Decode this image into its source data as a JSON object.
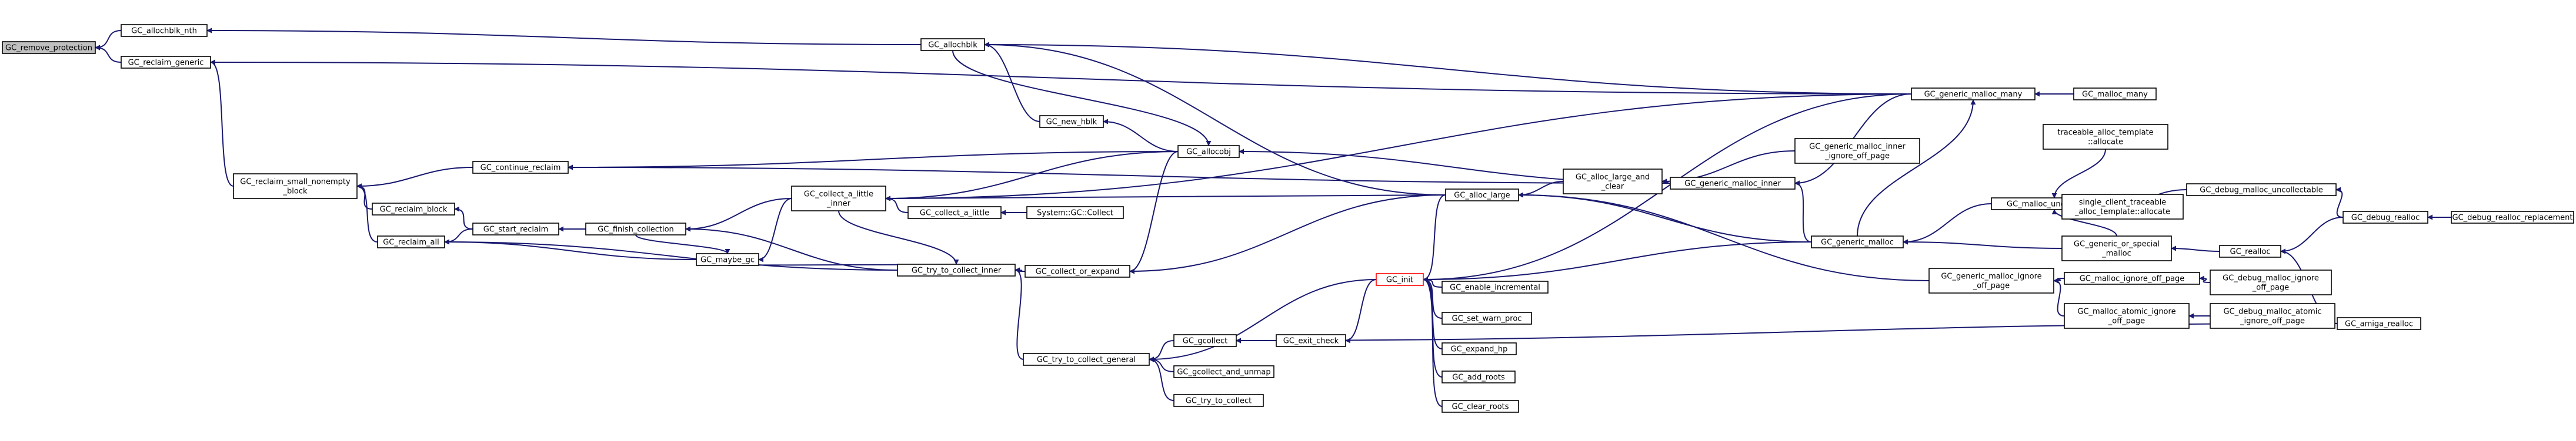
{
  "nodes": [
    {
      "id": "remove_protection",
      "lines": [
        "GC_remove_protection"
      ],
      "root": true
    },
    {
      "id": "allochblk_nth",
      "lines": [
        "GC_allochblk_nth"
      ]
    },
    {
      "id": "reclaim_generic",
      "lines": [
        "GC_reclaim_generic"
      ]
    },
    {
      "id": "reclaim_small",
      "lines": [
        "GC_reclaim_small_nonempty",
        "_block"
      ]
    },
    {
      "id": "reclaim_block",
      "lines": [
        "GC_reclaim_block"
      ]
    },
    {
      "id": "reclaim_all",
      "lines": [
        "GC_reclaim_all"
      ]
    },
    {
      "id": "continue_reclaim",
      "lines": [
        "GC_continue_reclaim"
      ]
    },
    {
      "id": "start_reclaim",
      "lines": [
        "GC_start_reclaim"
      ]
    },
    {
      "id": "finish_collection",
      "lines": [
        "GC_finish_collection"
      ]
    },
    {
      "id": "maybe_gc",
      "lines": [
        "GC_maybe_gc"
      ]
    },
    {
      "id": "collect_a_little_inner",
      "lines": [
        "GC_collect_a_little",
        "_inner"
      ]
    },
    {
      "id": "try_to_collect_inner",
      "lines": [
        "GC_try_to_collect_inner"
      ]
    },
    {
      "id": "allochblk",
      "lines": [
        "GC_allochblk"
      ]
    },
    {
      "id": "new_hblk",
      "lines": [
        "GC_new_hblk"
      ]
    },
    {
      "id": "allocobj",
      "lines": [
        "GC_allocobj"
      ]
    },
    {
      "id": "collect_a_little",
      "lines": [
        "GC_collect_a_little"
      ]
    },
    {
      "id": "system_collect",
      "lines": [
        "System::GC::Collect"
      ]
    },
    {
      "id": "collect_or_expand",
      "lines": [
        "GC_collect_or_expand"
      ]
    },
    {
      "id": "try_to_collect_general",
      "lines": [
        "GC_try_to_collect_general"
      ]
    },
    {
      "id": "gcollect",
      "lines": [
        "GC_gcollect"
      ]
    },
    {
      "id": "gcollect_and_unmap",
      "lines": [
        "GC_gcollect_and_unmap"
      ]
    },
    {
      "id": "try_to_collect",
      "lines": [
        "GC_try_to_collect"
      ]
    },
    {
      "id": "exit_check",
      "lines": [
        "GC_exit_check"
      ]
    },
    {
      "id": "init",
      "lines": [
        "GC_init"
      ],
      "red": true
    },
    {
      "id": "alloc_large",
      "lines": [
        "GC_alloc_large"
      ]
    },
    {
      "id": "enable_incremental",
      "lines": [
        "GC_enable_incremental"
      ]
    },
    {
      "id": "set_warn_proc",
      "lines": [
        "GC_set_warn_proc"
      ]
    },
    {
      "id": "expand_hp",
      "lines": [
        "GC_expand_hp"
      ]
    },
    {
      "id": "add_roots",
      "lines": [
        "GC_add_roots"
      ]
    },
    {
      "id": "clear_roots",
      "lines": [
        "GC_clear_roots"
      ]
    },
    {
      "id": "alloc_large_and_clear",
      "lines": [
        "GC_alloc_large_and",
        "_clear"
      ]
    },
    {
      "id": "generic_malloc_inner",
      "lines": [
        "GC_generic_malloc_inner"
      ]
    },
    {
      "id": "generic_malloc_inner_ignore",
      "lines": [
        "GC_generic_malloc_inner",
        "_ignore_off_page"
      ]
    },
    {
      "id": "generic_malloc_many",
      "lines": [
        "GC_generic_malloc_many"
      ]
    },
    {
      "id": "malloc_many",
      "lines": [
        "GC_malloc_many"
      ]
    },
    {
      "id": "generic_malloc",
      "lines": [
        "GC_generic_malloc"
      ]
    },
    {
      "id": "generic_malloc_ignore",
      "lines": [
        "GC_generic_malloc_ignore",
        "_off_page"
      ]
    },
    {
      "id": "malloc_uncollectable",
      "lines": [
        "GC_malloc_uncollectable"
      ]
    },
    {
      "id": "traceable_alloc",
      "lines": [
        "traceable_alloc_template",
        "::allocate"
      ]
    },
    {
      "id": "single_client",
      "lines": [
        "single_client_traceable",
        "_alloc_template::allocate"
      ]
    },
    {
      "id": "generic_or_special",
      "lines": [
        "GC_generic_or_special",
        "_malloc"
      ]
    },
    {
      "id": "malloc_ignore_off_page",
      "lines": [
        "GC_malloc_ignore_off_page"
      ]
    },
    {
      "id": "malloc_atomic_ignore",
      "lines": [
        "GC_malloc_atomic_ignore",
        "_off_page"
      ]
    },
    {
      "id": "debug_malloc_uncollectable",
      "lines": [
        "GC_debug_malloc_uncollectable"
      ]
    },
    {
      "id": "realloc",
      "lines": [
        "GC_realloc"
      ]
    },
    {
      "id": "debug_realloc",
      "lines": [
        "GC_debug_realloc"
      ]
    },
    {
      "id": "debug_realloc_replacement",
      "lines": [
        "GC_debug_realloc_replacement"
      ]
    },
    {
      "id": "debug_malloc_ignore",
      "lines": [
        "GC_debug_malloc_ignore",
        "_off_page"
      ]
    },
    {
      "id": "debug_malloc_atomic_ignore",
      "lines": [
        "GC_debug_malloc_atomic",
        "_ignore_off_page"
      ]
    },
    {
      "id": "amiga_realloc",
      "lines": [
        "GC_amiga_realloc"
      ]
    }
  ],
  "edges": [
    [
      "allochblk_nth",
      "remove_protection"
    ],
    [
      "reclaim_generic",
      "remove_protection"
    ],
    [
      "allochblk",
      "allochblk_nth"
    ],
    [
      "generic_malloc_many",
      "reclaim_generic"
    ],
    [
      "reclaim_small",
      "reclaim_generic"
    ],
    [
      "continue_reclaim",
      "reclaim_small"
    ],
    [
      "reclaim_block",
      "reclaim_small"
    ],
    [
      "reclaim_all",
      "reclaim_small"
    ],
    [
      "allocobj",
      "continue_reclaim"
    ],
    [
      "generic_malloc_inner",
      "continue_reclaim"
    ],
    [
      "start_reclaim",
      "reclaim_block"
    ],
    [
      "start_reclaim",
      "reclaim_all"
    ],
    [
      "maybe_gc",
      "reclaim_all"
    ],
    [
      "try_to_collect_inner",
      "reclaim_all"
    ],
    [
      "finish_collection",
      "start_reclaim"
    ],
    [
      "collect_a_little_inner",
      "finish_collection"
    ],
    [
      "try_to_collect_inner",
      "finish_collection"
    ],
    [
      "finish_collection",
      "maybe_gc"
    ],
    [
      "collect_a_little_inner",
      "maybe_gc"
    ],
    [
      "allocobj",
      "collect_a_little_inner"
    ],
    [
      "collect_a_little",
      "collect_a_little_inner"
    ],
    [
      "alloc_large",
      "collect_a_little_inner"
    ],
    [
      "generic_malloc_many",
      "collect_a_little_inner"
    ],
    [
      "collect_or_expand",
      "try_to_collect_inner"
    ],
    [
      "try_to_collect_general",
      "try_to_collect_inner"
    ],
    [
      "collect_a_little_inner",
      "try_to_collect_inner"
    ],
    [
      "maybe_gc",
      "try_to_collect_inner"
    ],
    [
      "new_hblk",
      "allochblk"
    ],
    [
      "alloc_large",
      "allochblk"
    ],
    [
      "generic_malloc_many",
      "allochblk"
    ],
    [
      "allocobj",
      "new_hblk"
    ],
    [
      "allochblk",
      "allocobj"
    ],
    [
      "system_collect",
      "collect_a_little"
    ],
    [
      "allocobj",
      "collect_or_expand"
    ],
    [
      "alloc_large",
      "collect_or_expand"
    ],
    [
      "gcollect",
      "try_to_collect_general"
    ],
    [
      "gcollect_and_unmap",
      "try_to_collect_general"
    ],
    [
      "try_to_collect",
      "try_to_collect_general"
    ],
    [
      "init",
      "try_to_collect_general"
    ],
    [
      "exit_check",
      "gcollect"
    ],
    [
      "amiga_realloc",
      "gcollect"
    ],
    [
      "init",
      "exit_check"
    ],
    [
      "alloc_large",
      "init"
    ],
    [
      "generic_malloc",
      "init"
    ],
    [
      "generic_malloc_many",
      "init"
    ],
    [
      "enable_incremental",
      "init"
    ],
    [
      "set_warn_proc",
      "init"
    ],
    [
      "expand_hp",
      "init"
    ],
    [
      "add_roots",
      "init"
    ],
    [
      "clear_roots",
      "init"
    ],
    [
      "alloc_large_and_clear",
      "alloc_large"
    ],
    [
      "generic_malloc",
      "alloc_large"
    ],
    [
      "generic_malloc_ignore",
      "alloc_large"
    ],
    [
      "generic_malloc_inner",
      "alloc_large_and_clear"
    ],
    [
      "generic_malloc_inner_ignore",
      "alloc_large_and_clear"
    ],
    [
      "generic_malloc",
      "generic_malloc_inner"
    ],
    [
      "generic_malloc_many",
      "generic_malloc_inner"
    ],
    [
      "generic_malloc_inner",
      "allocobj"
    ],
    [
      "malloc_many",
      "generic_malloc_many"
    ],
    [
      "malloc_uncollectable",
      "generic_malloc"
    ],
    [
      "generic_or_special",
      "generic_malloc"
    ],
    [
      "generic_malloc",
      "generic_malloc_many"
    ],
    [
      "malloc_ignore_off_page",
      "generic_malloc_ignore"
    ],
    [
      "malloc_atomic_ignore",
      "generic_malloc_ignore"
    ],
    [
      "traceable_alloc",
      "malloc_uncollectable"
    ],
    [
      "single_client",
      "malloc_uncollectable"
    ],
    [
      "generic_or_special",
      "malloc_uncollectable"
    ],
    [
      "debug_malloc_uncollectable",
      "malloc_uncollectable"
    ],
    [
      "realloc",
      "generic_or_special"
    ],
    [
      "debug_malloc_ignore",
      "malloc_ignore_off_page"
    ],
    [
      "debug_malloc_atomic_ignore",
      "malloc_atomic_ignore"
    ],
    [
      "debug_realloc",
      "debug_malloc_uncollectable"
    ],
    [
      "debug_realloc",
      "realloc"
    ],
    [
      "amiga_realloc",
      "realloc"
    ],
    [
      "debug_realloc_replacement",
      "debug_realloc"
    ]
  ]
}
